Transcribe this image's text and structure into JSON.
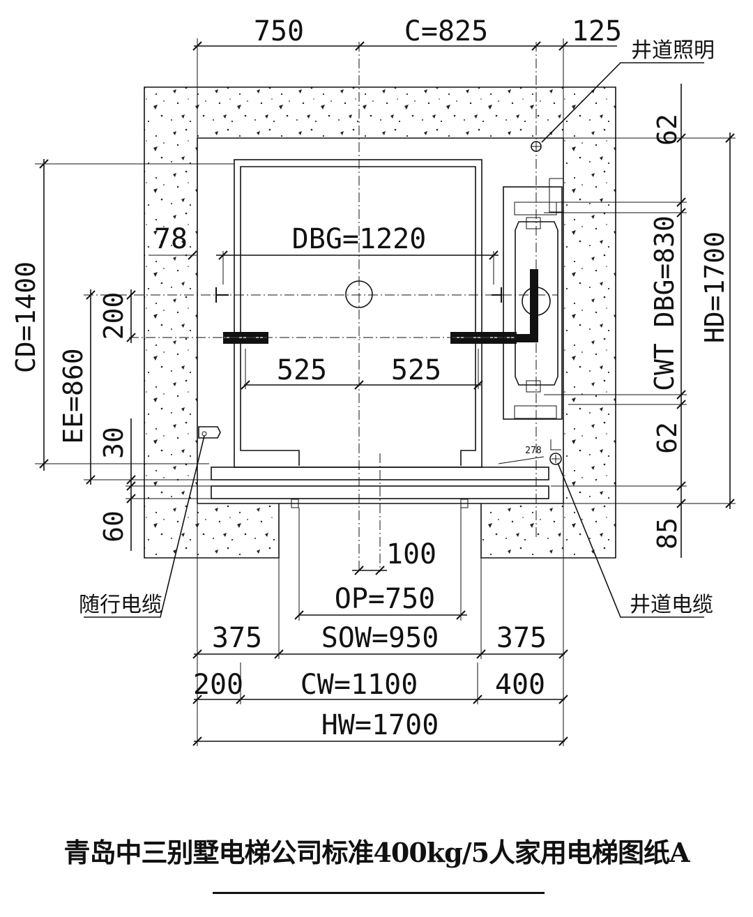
{
  "dimensions": {
    "top_left": "750",
    "top_c": "C=825",
    "top_right": "125",
    "dbg": "DBG=1220",
    "d78": "78",
    "d525_left": "525",
    "d525_right": "525",
    "d100": "100",
    "op": "OP=750",
    "sow": "SOW=950",
    "d375_left": "375",
    "d375_right": "375",
    "d200_bottom": "200",
    "cw": "CW=1100",
    "d400": "400",
    "hw": "HW=1700",
    "cd": "CD=1400",
    "ee": "EE=860",
    "d200_left": "200",
    "d30": "30",
    "d60": "60",
    "d62_top": "62",
    "cwt_dbg": "CWT DBG=830",
    "hd": "HD=1700",
    "d62_bottom": "62",
    "d85": "85",
    "d278": "278"
  },
  "labels": {
    "shaft_lighting": "井道照明",
    "travel_cable": "随行电缆",
    "shaft_cable": "井道电缆"
  },
  "caption": "青岛中三别墅电梯公司标准400kg/5人家用电梯图纸A"
}
